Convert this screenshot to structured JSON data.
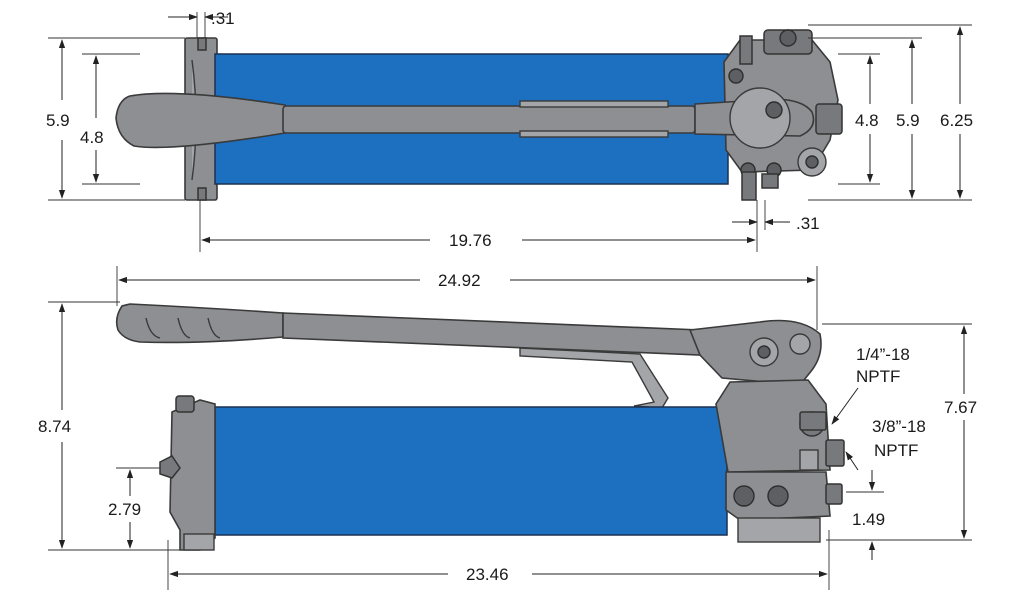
{
  "diagram": {
    "top_view": {
      "dims": {
        "flange_thickness_left": ".31",
        "height_left_outer": "5.9",
        "height_left_inner": "4.8",
        "height_right_inner": "4.8",
        "height_right_outer": "5.9",
        "height_right_total": "6.25",
        "tube_length": "19.76",
        "flange_thickness_right": ".31"
      }
    },
    "side_view": {
      "dims": {
        "overall_length": "24.92",
        "overall_height": "8.74",
        "outlet_height": "2.79",
        "body_length": "23.46",
        "pump_height": "7.67",
        "port_height": "1.49"
      },
      "ports": {
        "port1_size": "1/4”-18",
        "port1_thread": "NPTF",
        "port2_size": "3/8”-18",
        "port2_thread": "NPTF"
      }
    },
    "colors": {
      "tube": "#1d6fc0",
      "metal": "#8d8f92",
      "line": "#222222"
    }
  }
}
